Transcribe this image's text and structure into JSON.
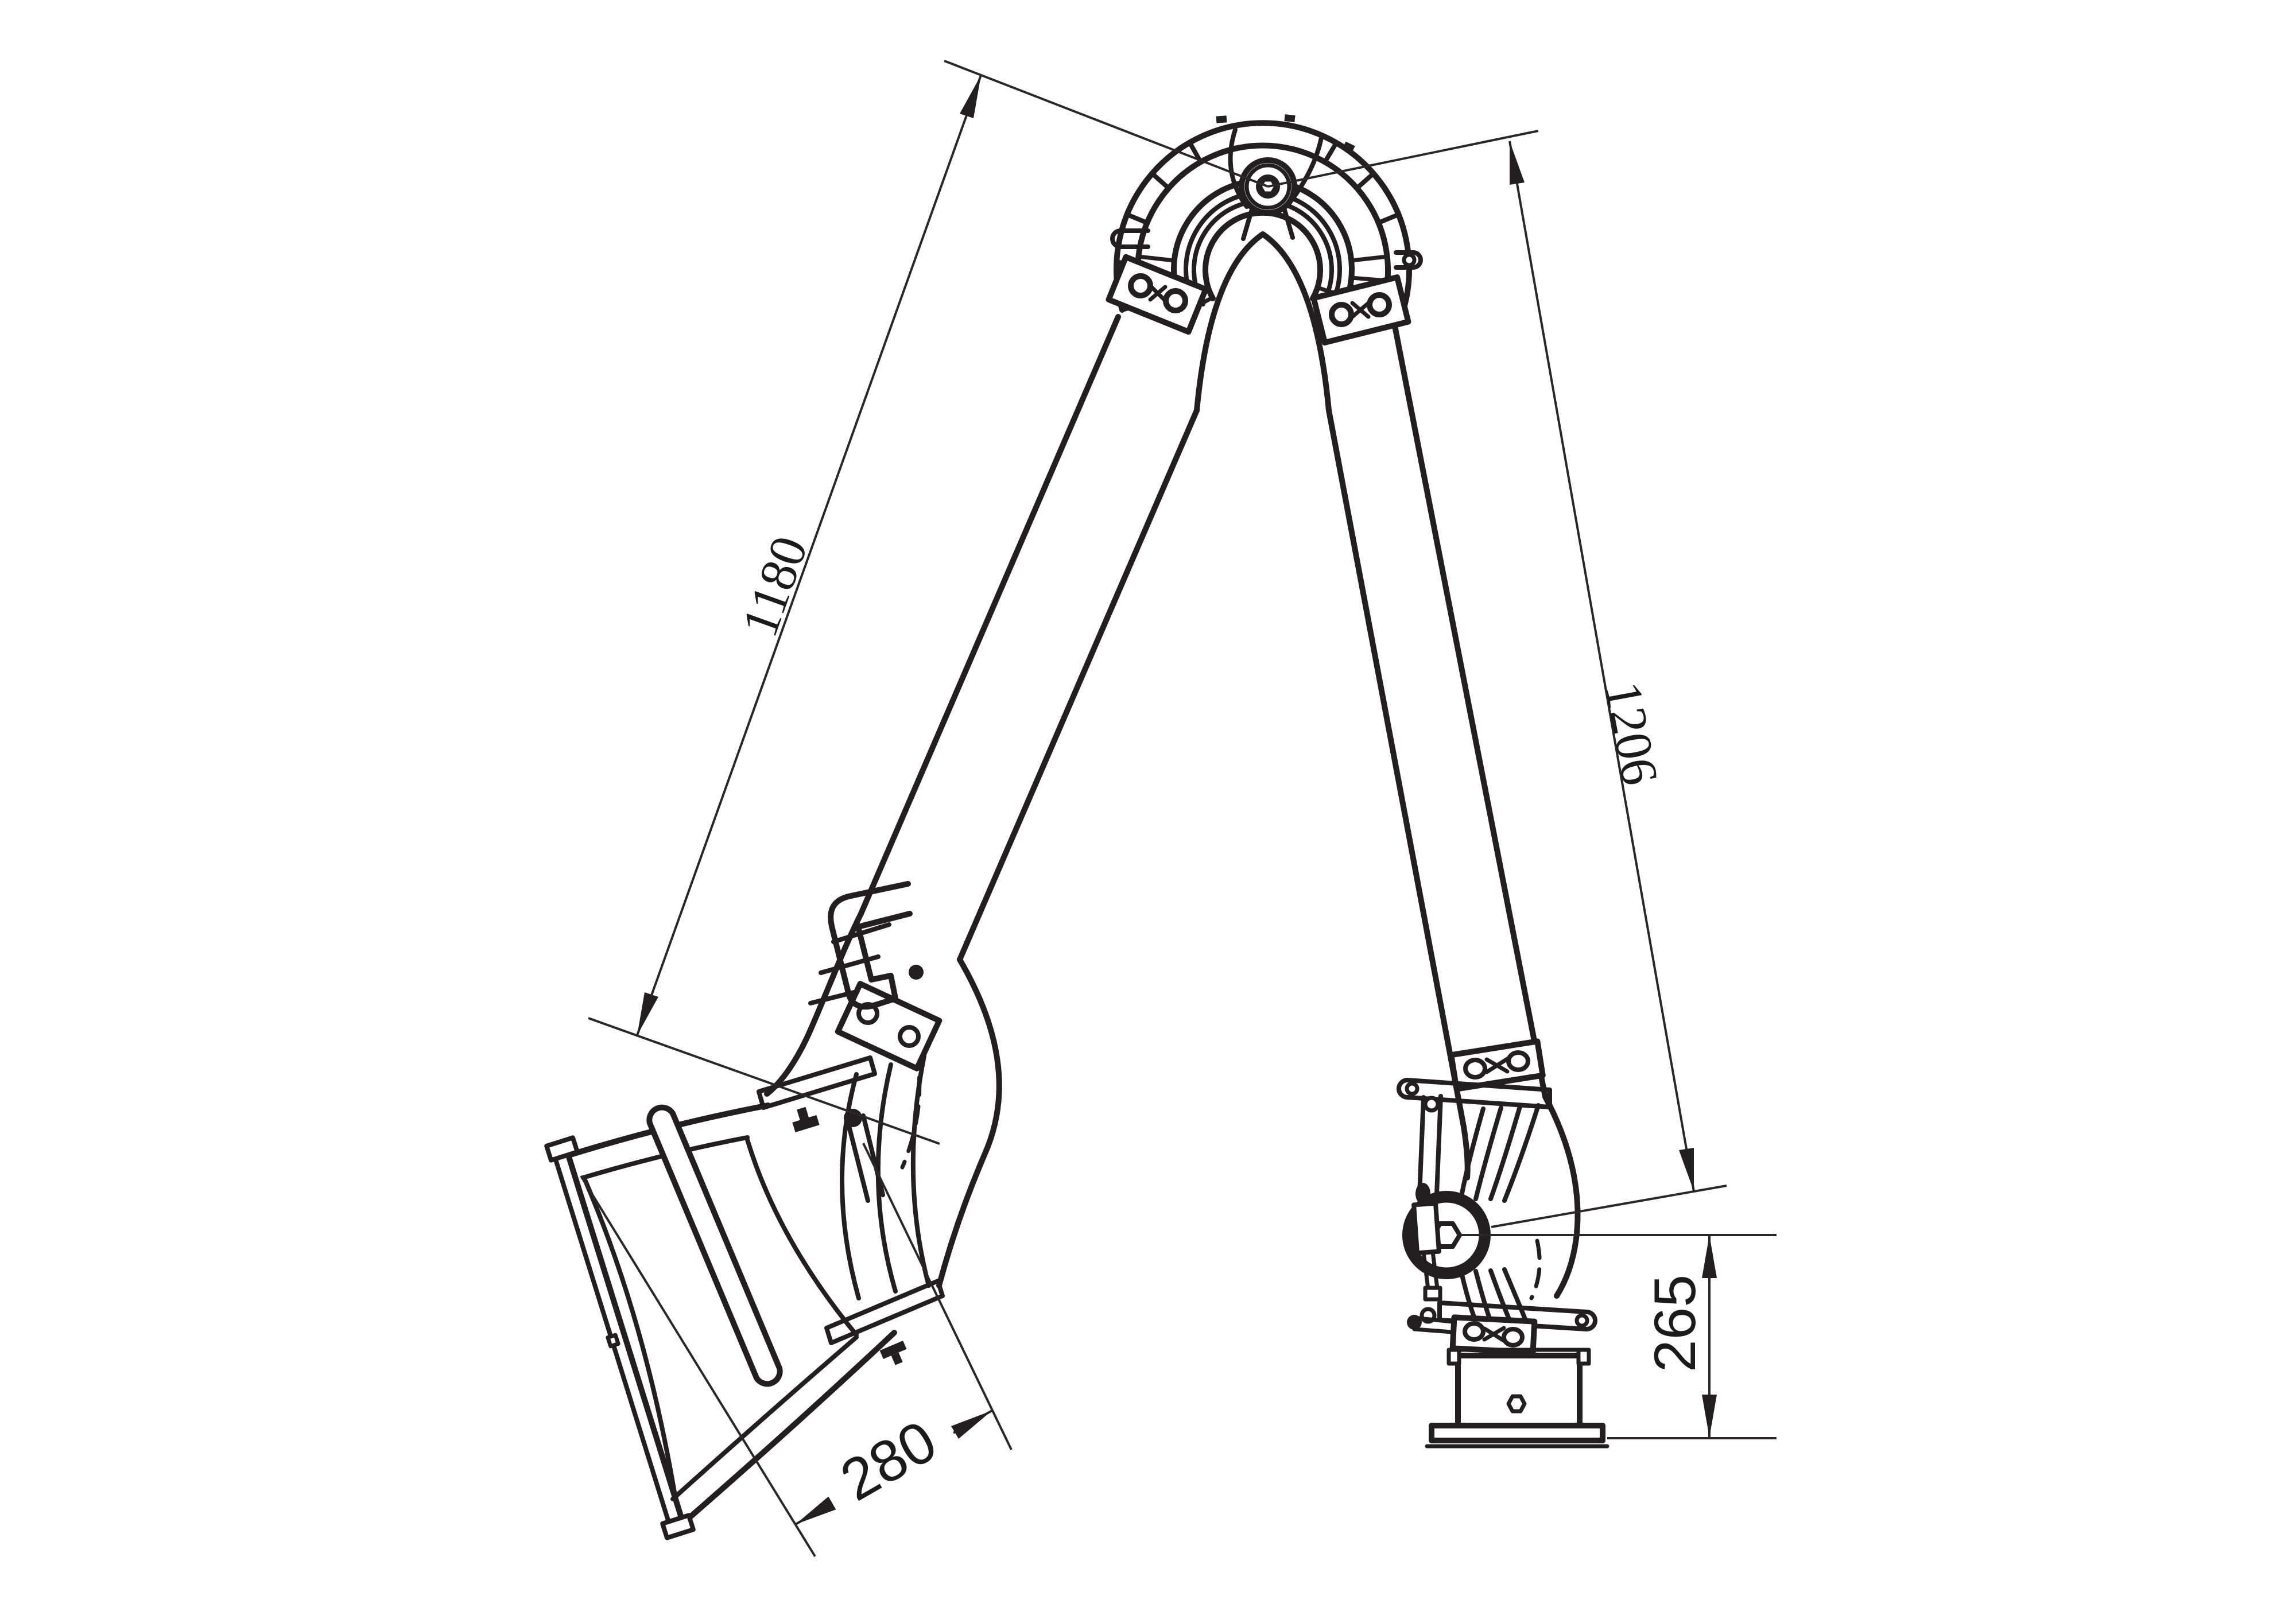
{
  "figure": {
    "type": "technical-line-drawing",
    "subject": "articulated extraction arm side elevation",
    "background_color": "#ffffff",
    "line_color": "#231f20",
    "dimensions": {
      "arm_front_tube": "1180",
      "arm_rear_tube": "1206",
      "hood_opening": "280",
      "base_pivot_height": "265"
    }
  }
}
